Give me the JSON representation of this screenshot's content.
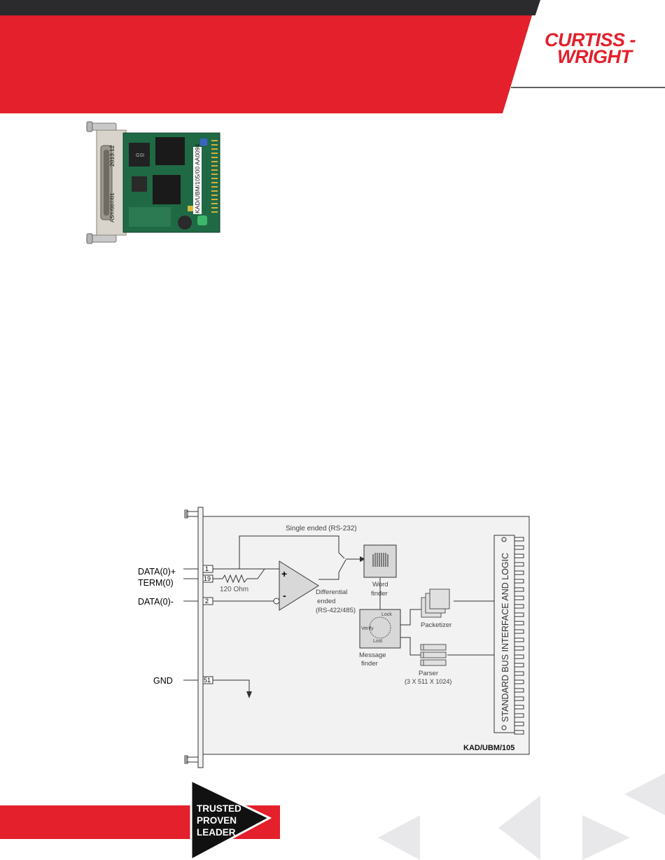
{
  "header": {
    "logo_line1": "CURTISS -",
    "logo_line2": "WRIGHT",
    "colors": {
      "dark": "#2b2b2d",
      "red": "#e3202b",
      "white": "#ffffff"
    }
  },
  "product_photo": {
    "part_number": "KAD/UBM/105/00 AA0094",
    "assembly": "ASY/007/01",
    "date_code": "2013.12",
    "chip_mark": "GSI"
  },
  "diagram": {
    "model": "KAD/UBM/105",
    "pins": [
      {
        "label": "DATA(0)+",
        "pin": "1"
      },
      {
        "label": "TERM(0)",
        "pin": "19"
      },
      {
        "label": "DATA(0)-",
        "pin": "2"
      },
      {
        "label": "GND",
        "pin": "51"
      }
    ],
    "resistor": "120 Ohm",
    "single_ended": "Single ended (RS-232)",
    "plus": "+",
    "minus": "-",
    "differential": [
      "Differential",
      "ended",
      "(RS-422/485)"
    ],
    "word_finder": [
      "Word",
      "finder"
    ],
    "message_finder": [
      "Message",
      "finder"
    ],
    "state_lock": "Lock",
    "state_verify": "Verify",
    "state_lost": "Lost",
    "packetizer": "Packetizer",
    "parser": "Parser",
    "parser_size": "(3 X 511 X 1024)",
    "bus_label": "STANDARD BUS INTERFACE AND LOGIC"
  },
  "footer": {
    "badge": [
      "TRUSTED",
      "PROVEN",
      "LEADER"
    ],
    "colors": {
      "red": "#e3202b",
      "black": "#111111",
      "gray": "#e8e8ea"
    }
  }
}
